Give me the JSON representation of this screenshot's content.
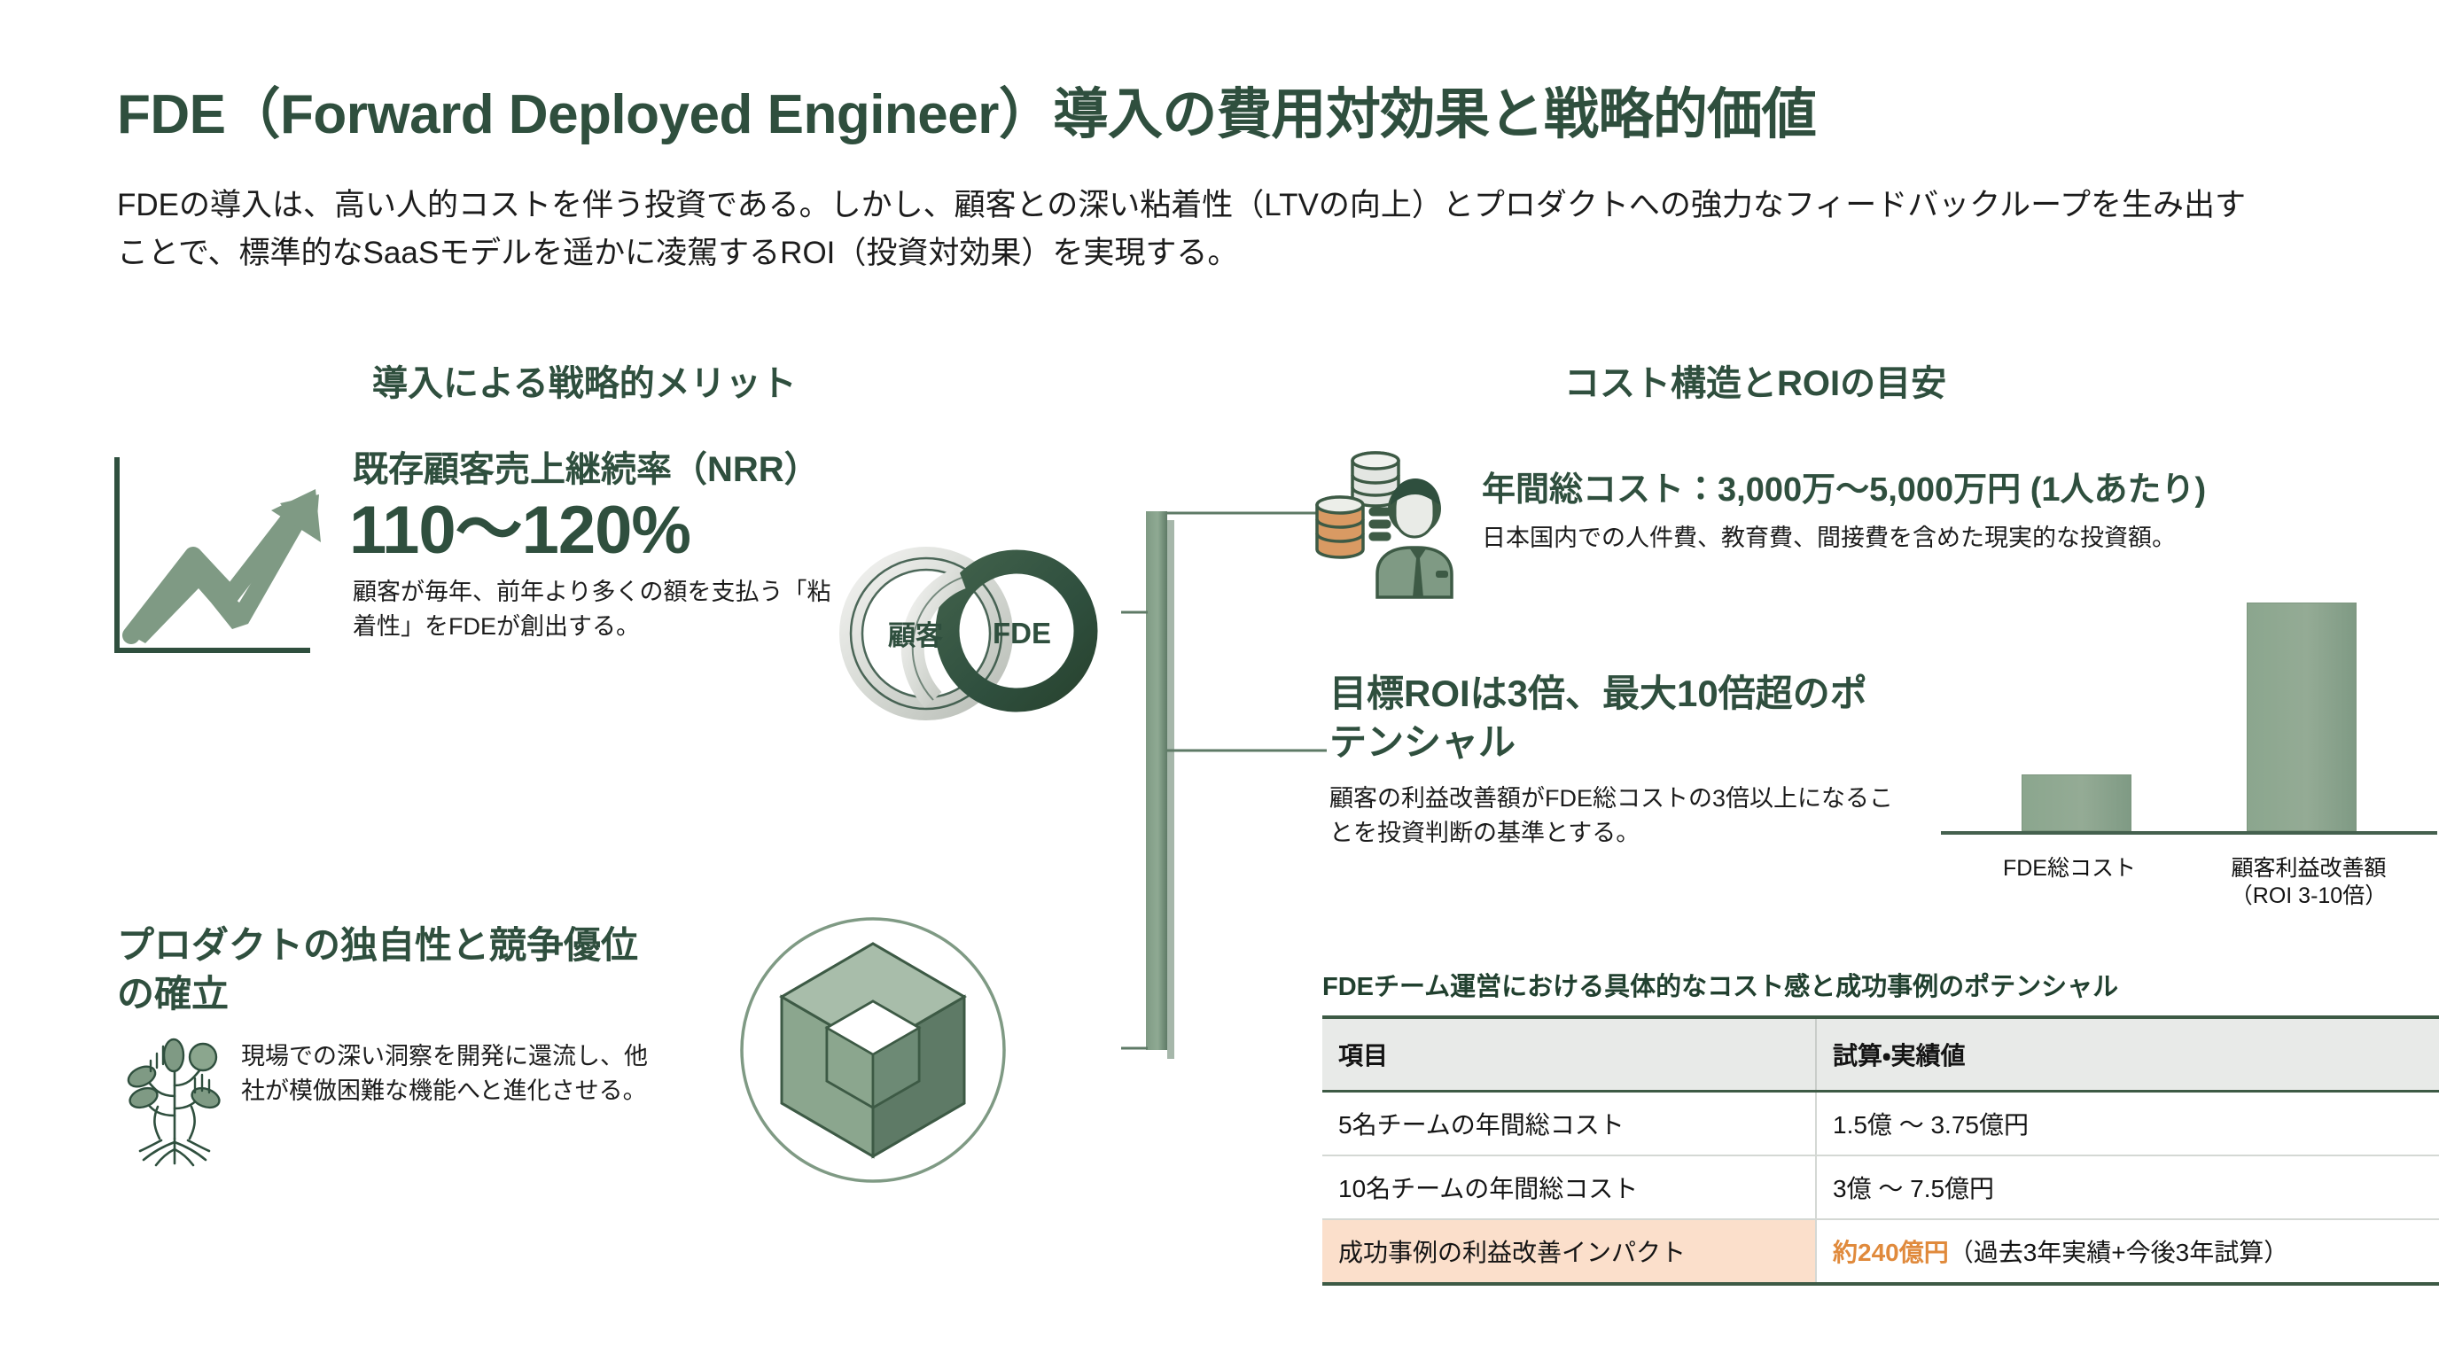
{
  "header": {
    "title": "FDE（Forward Deployed Engineer）導入の費用対効果と戦略的価値",
    "subtitle": "FDEの導入は、高い人的コストを伴う投資である。しかし、顧客との深い粘着性（LTVの向上）とプロダクトへの強力なフィードバックループを生み出すことで、標準的なSaaSモデルを遥かに凌駕するROI（投資対効果）を実現する。"
  },
  "left_column": {
    "heading": "導入による戦略的メリット",
    "nrr": {
      "title": "既存顧客売上継続率（NRR）",
      "value": "110〜120%",
      "description": "顧客が毎年、前年より多くの額を支払う「粘着性」をFDEが創出する。",
      "icon": "growth-chart-icon"
    },
    "rings": {
      "left_label": "顧客",
      "right_label": "FDE",
      "icon": "interlocking-rings-icon"
    },
    "product": {
      "title": "プロダクトの独自性と競争優位の確立",
      "description": "現場での深い洞察を開発に還流し、他社が模倣困難な機能へと進化させる。",
      "icon": "plant-roots-icon",
      "side_icon": "gem-hexagon-icon"
    }
  },
  "right_column": {
    "heading": "コスト構造とROIの目安",
    "cost": {
      "title": "年間総コスト：3,000万〜5,000万円 (1人あたり)",
      "description": "日本国内での人件費、教育費、間接費を含めた現実的な投資額。",
      "icon": "coins-person-icon"
    },
    "roi": {
      "title": "目標ROIは3倍、最大10倍超のポテンシャル",
      "description": "顧客の利益改善額がFDE総コストの3倍以上になることを投資判断の基準とする。"
    }
  },
  "chart_data": {
    "type": "bar",
    "title": "",
    "categories": [
      "FDE総コスト",
      "顧客利益改善額\n（ROI 3-10倍）"
    ],
    "category_lines": [
      [
        "FDE総コスト"
      ],
      [
        "顧客利益改善額",
        "（ROI 3-10倍）"
      ]
    ],
    "values": [
      1,
      4
    ],
    "value_percent": [
      25,
      100
    ],
    "xlabel": "",
    "ylabel": "",
    "ylim": [
      0,
      4
    ],
    "grid": false,
    "legend": "none",
    "bar_color": "#8ba68e",
    "axis_color": "#44604e"
  },
  "table": {
    "caption": "FDEチーム運営における具体的なコスト感と成功事例のポテンシャル",
    "columns": [
      "項目",
      "試算・実績値"
    ],
    "rows": [
      {
        "item": "5名チームの年間総コスト",
        "value": "1.5億 〜 3.75億円",
        "highlight": false
      },
      {
        "item": "10名チームの年間総コスト",
        "value": "3億 〜 7.5億円",
        "highlight": false
      },
      {
        "item": "成功事例の利益改善インパクト",
        "value_accent": "約240億円",
        "value_rest": "（過去3年実績+今後3年試算）",
        "highlight": true
      }
    ]
  },
  "colors": {
    "brand_dark_green": "#2f4f3e",
    "brand_mid_green": "#8ba68e",
    "accent_orange": "#e08a3c",
    "highlight_peach": "#fbdfcb",
    "background": "#ffffff"
  }
}
